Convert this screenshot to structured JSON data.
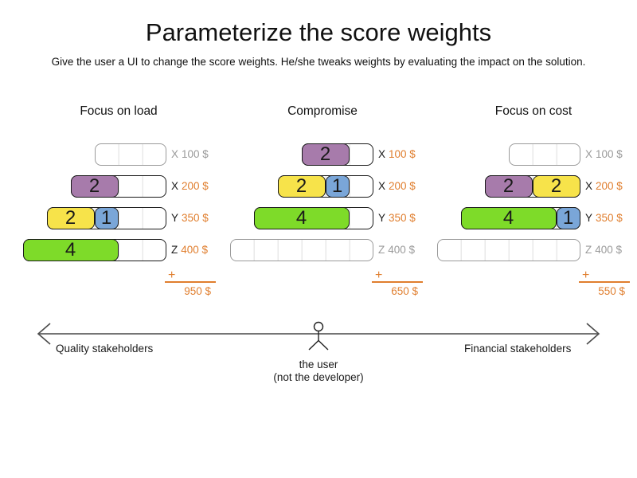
{
  "title": "Parameterize the score weights",
  "subtitle": "Give the user a UI to change the score weights. He/she tweaks weights by evaluating the impact on the solution.",
  "colors": {
    "accent_orange": "#e07e2e",
    "block_purple": "#a77bab",
    "block_yellow": "#f7e34a",
    "block_blue": "#7aa6d8",
    "block_green": "#7edb29",
    "inactive_gray": "#9a9a9a",
    "gridline_gray": "#e9e9e9",
    "axis_gray": "#4a4a4a"
  },
  "panels": [
    {
      "header": "Focus on load",
      "rows": [
        {
          "variable": "X",
          "price": "100 $",
          "capacity_units": 3,
          "active": false,
          "blocks": []
        },
        {
          "variable": "X",
          "price": "200 $",
          "capacity_units": 4,
          "active": true,
          "blocks": [
            {
              "value": "2",
              "color": "purple"
            }
          ]
        },
        {
          "variable": "Y",
          "price": "350 $",
          "capacity_units": 5,
          "active": true,
          "blocks": [
            {
              "value": "2",
              "color": "yellow"
            },
            {
              "value": "1",
              "color": "blue"
            }
          ]
        },
        {
          "variable": "Z",
          "price": "400 $",
          "capacity_units": 6,
          "active": true,
          "blocks": [
            {
              "value": "4",
              "color": "green"
            }
          ]
        }
      ],
      "plus_sign": "+",
      "total": "950 $"
    },
    {
      "header": "Compromise",
      "rows": [
        {
          "variable": "X",
          "price": "100 $",
          "capacity_units": 3,
          "active": true,
          "blocks": [
            {
              "value": "2",
              "color": "purple"
            }
          ]
        },
        {
          "variable": "X",
          "price": "200 $",
          "capacity_units": 4,
          "active": true,
          "blocks": [
            {
              "value": "2",
              "color": "yellow"
            },
            {
              "value": "1",
              "color": "blue"
            }
          ]
        },
        {
          "variable": "Y",
          "price": "350 $",
          "capacity_units": 5,
          "active": true,
          "blocks": [
            {
              "value": "4",
              "color": "green"
            }
          ]
        },
        {
          "variable": "Z",
          "price": "400 $",
          "capacity_units": 6,
          "active": false,
          "blocks": []
        }
      ],
      "plus_sign": "+",
      "total": "650 $"
    },
    {
      "header": "Focus on cost",
      "rows": [
        {
          "variable": "X",
          "price": "100 $",
          "capacity_units": 3,
          "active": false,
          "blocks": []
        },
        {
          "variable": "X",
          "price": "200 $",
          "capacity_units": 4,
          "active": true,
          "blocks": [
            {
              "value": "2",
              "color": "purple"
            },
            {
              "value": "2",
              "color": "yellow"
            }
          ]
        },
        {
          "variable": "Y",
          "price": "350 $",
          "capacity_units": 5,
          "active": true,
          "blocks": [
            {
              "value": "4",
              "color": "green"
            },
            {
              "value": "1",
              "color": "blue"
            }
          ]
        },
        {
          "variable": "Z",
          "price": "400 $",
          "capacity_units": 6,
          "active": false,
          "blocks": []
        }
      ],
      "plus_sign": "+",
      "total": "550 $"
    }
  ],
  "spectrum": {
    "left_label": "Quality stakeholders",
    "right_label": "Financial stakeholders",
    "center_caption_line1": "the user",
    "center_caption_line2": "(not the developer)"
  }
}
